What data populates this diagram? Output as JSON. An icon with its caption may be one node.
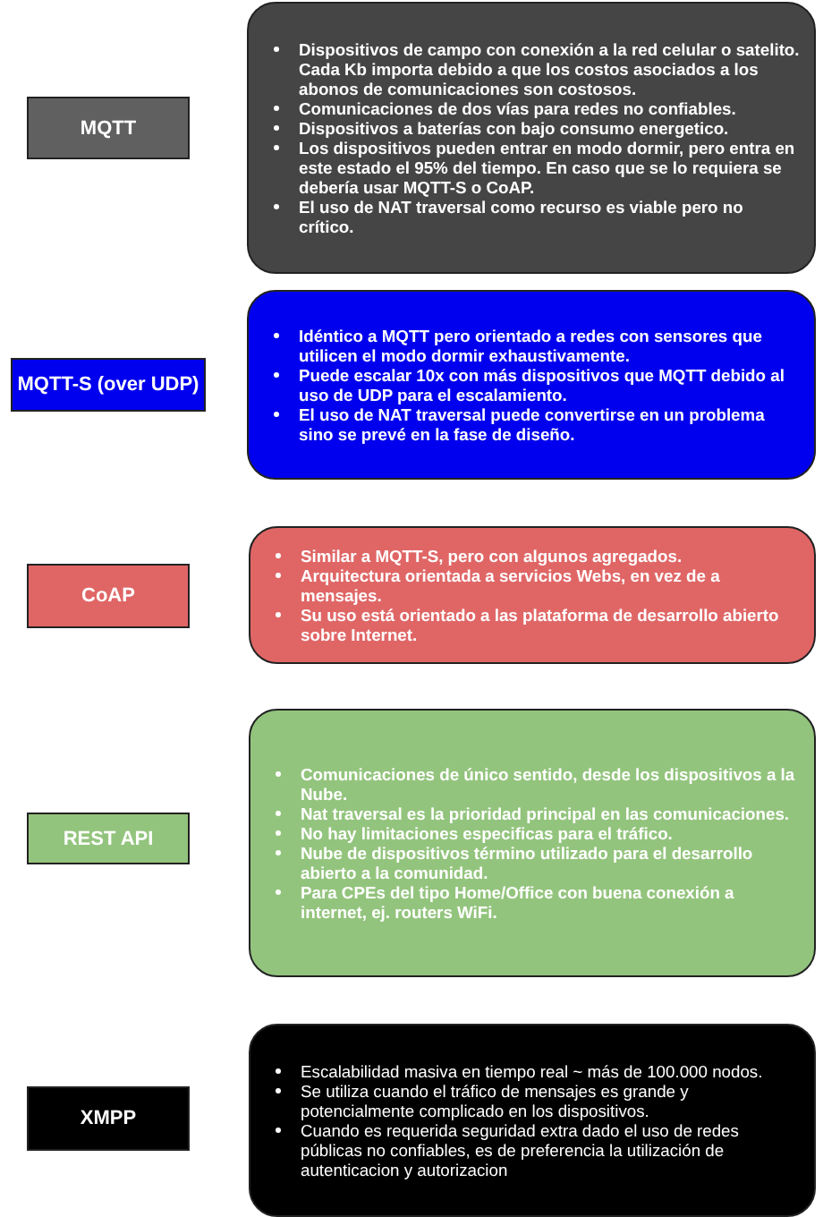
{
  "diagram": {
    "nodes": [
      {
        "text": [
          "MQTT"
        ]
      },
      {
        "text": [
          "Dispositivos de campo con  conexión a la red celular o satelito. Cada Kb importa debido a que los costos asociados a los abonos de comunicaciones son costosos.",
          "Comunicaciones de dos vías para redes  no confiables.",
          "Dispositivos a baterías con bajo consumo energetico.",
          "Los dispositivos pueden entrar en modo dormir, pero entra en este estado el 95% del tiempo. En caso que se lo requiera se debería usar MQTT-S o CoAP.",
          "El uso de NAT traversal como recurso es viable pero no crítico."
        ]
      },
      {
        "text": [
          "MQTT-S (over UDP)"
        ]
      },
      {
        "text": [
          "Idéntico a MQTT pero orientado a redes con sensores que utilicen el modo dormir exhaustivamente.",
          "Puede escalar 10x con más dispositivos que MQTT debido al uso de UDP para el escalamiento.",
          "El uso de NAT traversal  puede convertirse en un problema sino se prevé en la fase de diseño."
        ]
      },
      {
        "text": [
          "CoAP"
        ]
      },
      {
        "text": [
          "Similar a MQTT-S, pero con algunos agregados.",
          "Arquitectura orientada a servicios Webs,  en vez de a mensajes.",
          "Su uso está  orientado a las plataforma de desarrollo abierto sobre Internet."
        ]
      },
      {
        "text": [
          "REST API"
        ]
      },
      {
        "text": [
          "Comunicaciones de único sentido, desde los dispositivos a la Nube.",
          "Nat traversal es la prioridad principal en las comunicaciones.",
          "No hay limitaciones especificas para el tráfico.",
          "Nube de dispositivos término utilizado para el desarrollo abierto a la comunidad.",
          "Para CPEs del tipo Home/Office con buena conexión a internet, ej. routers WiFi."
        ]
      },
      {
        "text": [
          "XMPP"
        ]
      },
      {
        "text": [
          "Escalabilidad masiva en tiempo real ~ más de 100.000 nodos.",
          "Se utiliza cuando el tráfico de mensajes es grande y potencialmente complicado en los dispositivos.",
          "Cuando es requerida seguridad extra dado el uso de redes públicas no confiables, es de preferencia la utilización de autenticacion y autorizacion"
        ]
      }
    ]
  }
}
